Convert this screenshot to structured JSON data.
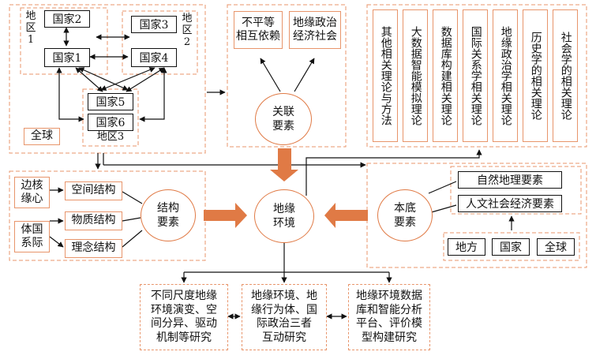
{
  "region_group": {
    "region1_label": "地\n区\n1",
    "region2_label": "地\n区\n2",
    "region3_label": "地区3",
    "global_label": "全球",
    "countries": {
      "c1": "国家1",
      "c2": "国家2",
      "c3": "国家3",
      "c4": "国家4",
      "c5": "国家5",
      "c6": "国家6"
    }
  },
  "relation": {
    "items": [
      "不平等\n相互依赖",
      "地缘政治\n经济社会"
    ],
    "circle": "关联\n要素"
  },
  "theories": [
    "其他相关理论与方法",
    "大数据智能模拟理论",
    "数据库构建相关理论",
    "国际关系学相关理论",
    "地缘政治学相关理论",
    "历史学的相关理论",
    "社会学的相关理论"
  ],
  "structure": {
    "group_a": "边核\n缘心",
    "group_b": "体国\n系际",
    "items": [
      "空间结构",
      "物质结构",
      "理念结构"
    ],
    "circle": "结构\n要素"
  },
  "center_circle": "地缘\n环境",
  "base": {
    "items": [
      "自然地理要素",
      "人文社会经济要素"
    ],
    "scales": [
      "地方",
      "国家",
      "全球"
    ],
    "circle": "本底\n要素"
  },
  "outputs": [
    "不同尺度地缘\n环境演变、空\n间分异、驱动\n机制等研究",
    "地缘环境、地\n缘行为体、国\n际政治三者\n互动研究",
    "地缘环境数据\n库和智能分析\n平台、评价模\n型构建研究"
  ],
  "colors": {
    "accent": "#e07a45",
    "dash": "#e8956b",
    "line": "#111111"
  }
}
